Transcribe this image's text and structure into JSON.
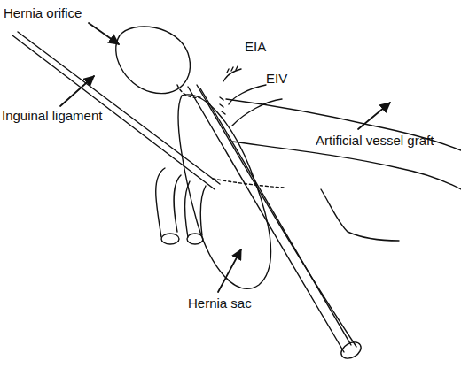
{
  "diagram": {
    "labels": [
      "Hernia orifice",
      "EIA",
      "EIV",
      "Inguinal ligament",
      "Artificial vessel graft",
      "Hernia sac"
    ]
  }
}
